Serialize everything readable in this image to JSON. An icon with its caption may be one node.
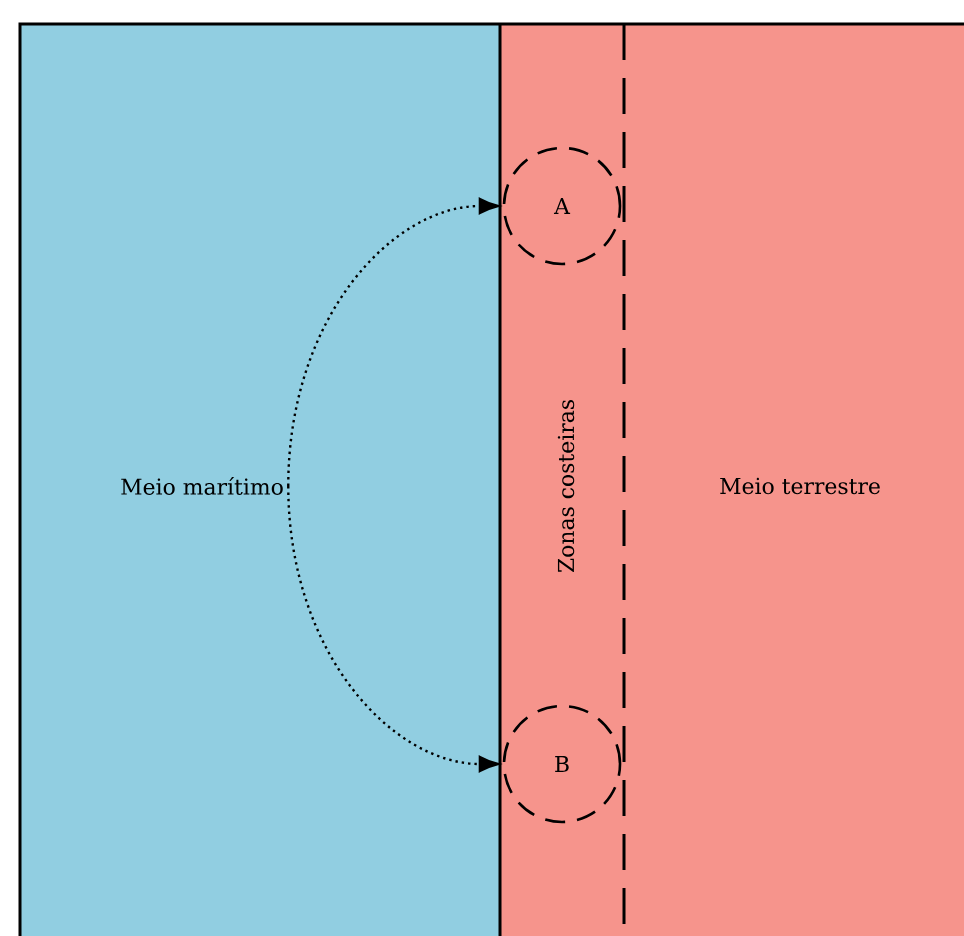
{
  "diagram": {
    "nodes": [
      {
        "text": [
          "Meio marítimo"
        ]
      },
      {
        "text": [
          "Zonas costeiras"
        ]
      },
      {
        "text": [
          "Meio terrestre"
        ]
      },
      {
        "text": [
          "A"
        ]
      },
      {
        "text": [
          "B"
        ]
      }
    ],
    "edges": [
      {
        "from": 0,
        "to": 3,
        "arrow": "to",
        "style": "dashed"
      },
      {
        "from": 0,
        "to": 4,
        "arrow": "to",
        "style": "dashed"
      }
    ]
  }
}
